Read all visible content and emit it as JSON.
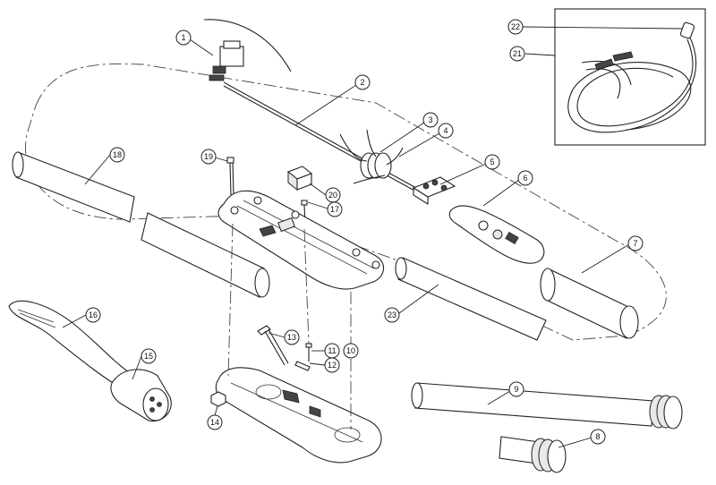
{
  "diagram": {
    "callouts": [
      {
        "id": "callout-1",
        "label": "1"
      },
      {
        "id": "callout-2",
        "label": "2"
      },
      {
        "id": "callout-3",
        "label": "3"
      },
      {
        "id": "callout-4",
        "label": "4"
      },
      {
        "id": "callout-5",
        "label": "5"
      },
      {
        "id": "callout-6",
        "label": "6"
      },
      {
        "id": "callout-7",
        "label": "7"
      },
      {
        "id": "callout-8",
        "label": "8"
      },
      {
        "id": "callout-9",
        "label": "9"
      },
      {
        "id": "callout-10",
        "label": "10"
      },
      {
        "id": "callout-11",
        "label": "11"
      },
      {
        "id": "callout-12",
        "label": "12"
      },
      {
        "id": "callout-13",
        "label": "13"
      },
      {
        "id": "callout-14",
        "label": "14"
      },
      {
        "id": "callout-15",
        "label": "15"
      },
      {
        "id": "callout-16",
        "label": "16"
      },
      {
        "id": "callout-17",
        "label": "17"
      },
      {
        "id": "callout-18",
        "label": "18"
      },
      {
        "id": "callout-19",
        "label": "19"
      },
      {
        "id": "callout-20",
        "label": "20"
      },
      {
        "id": "callout-21",
        "label": "21"
      },
      {
        "id": "callout-22",
        "label": "22"
      },
      {
        "id": "callout-23",
        "label": "23"
      }
    ]
  }
}
